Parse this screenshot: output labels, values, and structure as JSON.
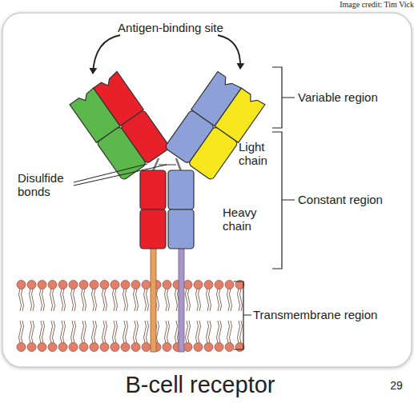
{
  "diagram": {
    "caption": "B-cell receptor",
    "labels": [
      "Image credit: Tim Vick",
      "Antigen-binding site",
      "Variable region",
      "Light chain",
      "Constant region",
      "Heavy chain",
      "Disulfide bonds",
      "Transmembrane region",
      "29"
    ]
  }
}
